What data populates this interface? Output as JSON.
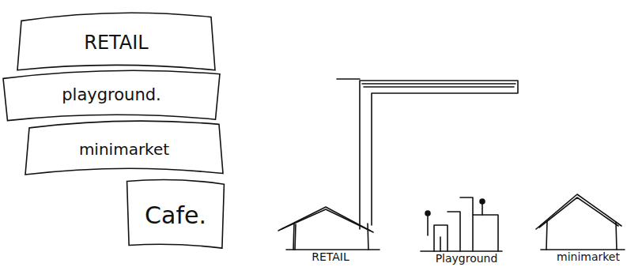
{
  "diagram": {
    "nodes": [
      {
        "text": [
          "RETAIL"
        ]
      },
      {
        "text": [
          "playground."
        ]
      },
      {
        "text": [
          "minimarket"
        ]
      },
      {
        "text": [
          "Cafe."
        ]
      }
    ],
    "labels": [
      "RETAIL",
      "Playground",
      "minimarket"
    ]
  }
}
